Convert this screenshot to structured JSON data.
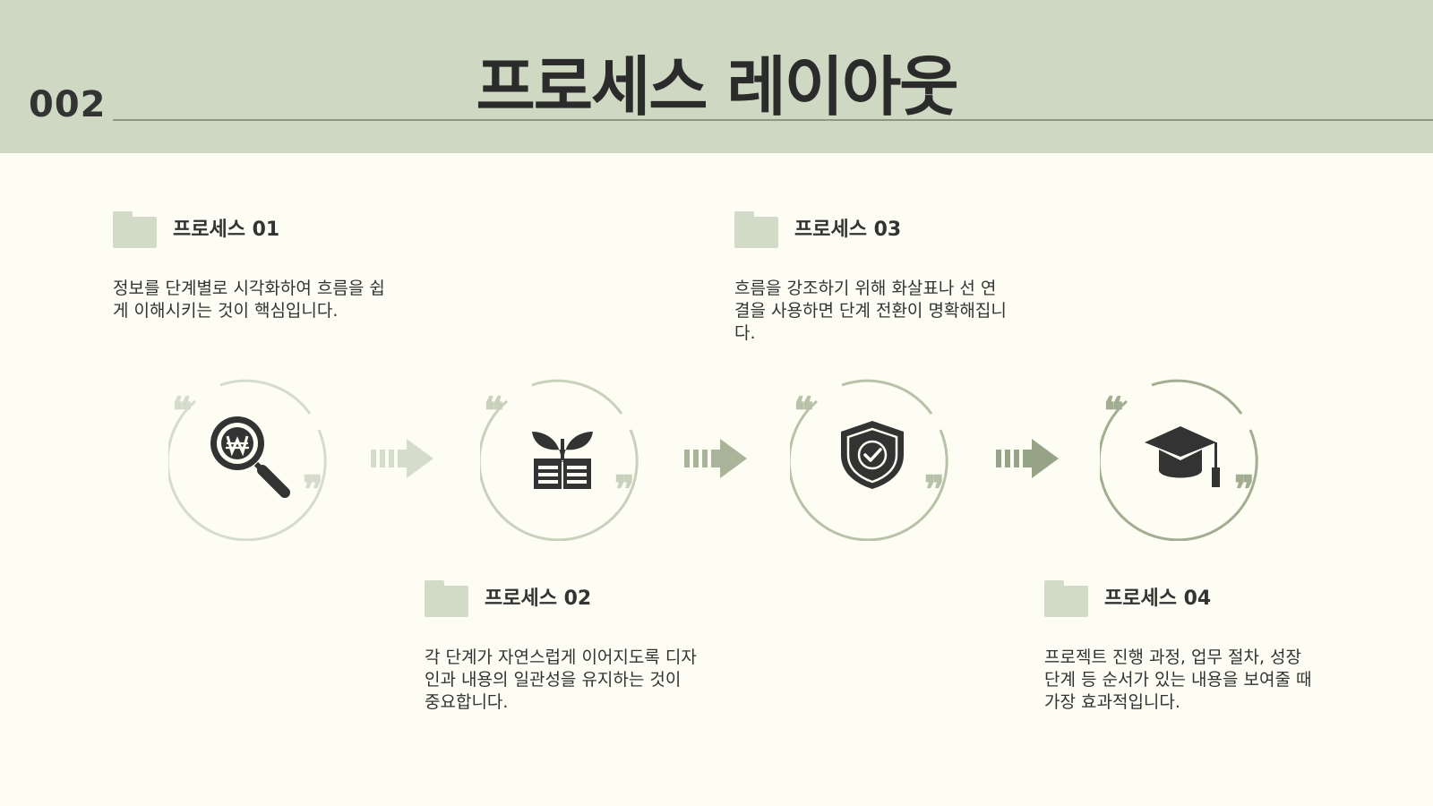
{
  "slide": {
    "number": "002",
    "title": "프로세스 레이아웃"
  },
  "steps": [
    {
      "name": "프로세스 01",
      "description": "정보를 단계별로 시각화하여 흐름을 쉽게 이해시키는 것이 핵심입니다.",
      "icon": "search-won-icon",
      "ring_color": "#d6dccb"
    },
    {
      "name": "프로세스 02",
      "description": "각 단계가 자연스럽게 이어지도록 디자인과 내용의 일관성을 유지하는 것이 중요합니다.",
      "icon": "plant-book-icon",
      "ring_color": "#c9d1bc"
    },
    {
      "name": "프로세스 03",
      "description": "흐름을 강조하기 위해 화살표나 선 연결을 사용하면 단계 전환이 명확해집니다.",
      "icon": "shield-check-icon",
      "ring_color": "#b8c2a9"
    },
    {
      "name": "프로세스 04",
      "description": "프로젝트 진행 과정, 업무 절차, 성장 단계 등 순서가 있는 내용을 보여줄 때 가장 효과적입니다.",
      "icon": "graduation-cap-icon",
      "ring_color": "#a2ad92"
    }
  ],
  "colors": {
    "header_bg": "#cfd8c3",
    "page_bg": "#fdfdf3",
    "folder": "#d2dbc7",
    "text": "#333333",
    "arrow_1": "#c9d1bc",
    "arrow_2": "#a9b49a",
    "arrow_3": "#97a386"
  }
}
